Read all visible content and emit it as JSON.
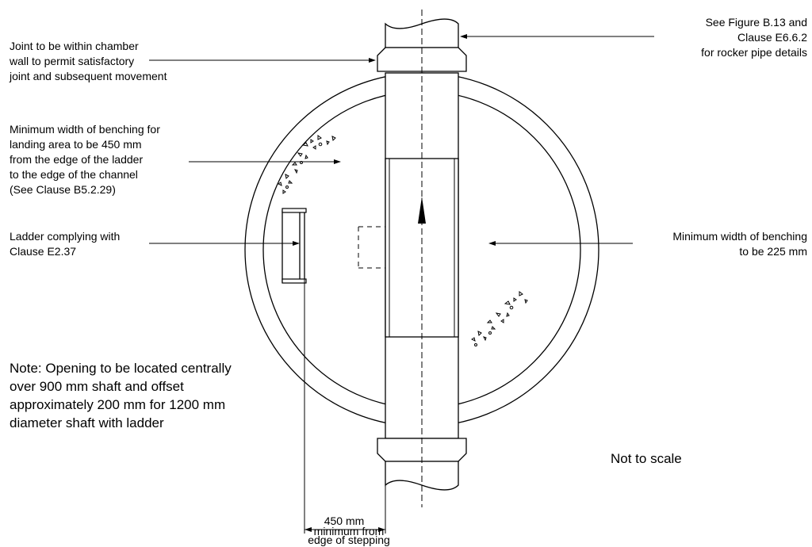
{
  "labels": {
    "joint": [
      "Joint to be within chamber",
      "wall to permit satisfactory",
      "joint and subsequent movement"
    ],
    "rocker": [
      "See  Figure B.13 and",
      "Clause E6.6.2",
      "for rocker pipe details"
    ],
    "benching_landing": [
      "Minimum width of benching for",
      "landing area to be 450 mm",
      "from the edge of the ladder",
      "to the edge of the channel",
      "(See Clause B5.2.29)"
    ],
    "ladder": [
      "Ladder complying with",
      "Clause E2.37"
    ],
    "benching_min": [
      "Minimum width of benching",
      "to be 225 mm"
    ],
    "note": [
      "Note: Opening to be located centrally",
      "over 900 mm shaft and offset",
      "approximately 200 mm for 1200 mm",
      "diameter shaft with ladder"
    ],
    "scale": "Not to scale",
    "dimension": [
      "450 mm",
      "minimum from",
      "edge of stepping"
    ]
  }
}
